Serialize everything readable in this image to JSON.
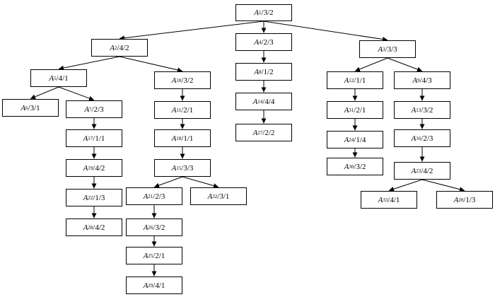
{
  "diagram": {
    "type": "tree",
    "line_color": "#000000",
    "nodes": [
      {
        "id": "n1",
        "letter": "A",
        "sub": "1",
        "rest": "/3/2"
      },
      {
        "id": "n2",
        "letter": "A",
        "sub": "2",
        "rest": "/4/2"
      },
      {
        "id": "n4",
        "letter": "A",
        "sub": "4",
        "rest": "/2/3"
      },
      {
        "id": "n3",
        "letter": "A",
        "sub": "3",
        "rest": "/3/3"
      },
      {
        "id": "n5",
        "letter": "A",
        "sub": "5",
        "rest": "/4/1"
      },
      {
        "id": "n10",
        "letter": "A",
        "sub": "10",
        "rest": "/3/2"
      },
      {
        "id": "n8",
        "letter": "A",
        "sub": "8",
        "rest": "/1/2"
      },
      {
        "id": "n14",
        "letter": "A",
        "sub": "14",
        "rest": "/4/4"
      },
      {
        "id": "n27",
        "letter": "A",
        "sub": "27",
        "rest": "/2/2"
      },
      {
        "id": "n12",
        "letter": "A",
        "sub": "12",
        "rest": "/1/1"
      },
      {
        "id": "n9",
        "letter": "A",
        "sub": "9",
        "rest": "/4/3"
      },
      {
        "id": "n6",
        "letter": "A",
        "sub": "6",
        "rest": "/3/1"
      },
      {
        "id": "n7",
        "letter": "A",
        "sub": "7",
        "rest": "/2/3"
      },
      {
        "id": "n17",
        "letter": "A",
        "sub": "17",
        "rest": "/1/1"
      },
      {
        "id": "n19",
        "letter": "A",
        "sub": "19",
        "rest": "/4/2"
      },
      {
        "id": "n22",
        "letter": "A",
        "sub": "22",
        "rest": "/1/3"
      },
      {
        "id": "n28",
        "letter": "A",
        "sub": "28",
        "rest": "/4/2"
      },
      {
        "id": "n11",
        "letter": "A",
        "sub": "11",
        "rest": "/2/1"
      },
      {
        "id": "n18",
        "letter": "A",
        "sub": "18",
        "rest": "/1/1"
      },
      {
        "id": "n15",
        "letter": "A",
        "sub": "15",
        "rest": "/3/3"
      },
      {
        "id": "n21",
        "letter": "A",
        "sub": "21",
        "rest": "/2/3"
      },
      {
        "id": "n32",
        "letter": "A",
        "sub": "32",
        "rest": "/3/1"
      },
      {
        "id": "n26",
        "letter": "A",
        "sub": "26",
        "rest": "/3/2"
      },
      {
        "id": "n25",
        "letter": "A",
        "sub": "25",
        "rest": "/2/1"
      },
      {
        "id": "n29",
        "letter": "A",
        "sub": "29",
        "rest": "/4/1"
      },
      {
        "id": "n31",
        "letter": "A",
        "sub": "31",
        "rest": "/2/1"
      },
      {
        "id": "n24",
        "letter": "A",
        "sub": "24",
        "rest": "/1/4"
      },
      {
        "id": "n30",
        "letter": "A",
        "sub": "30",
        "rest": "/3/2"
      },
      {
        "id": "n13",
        "letter": "A",
        "sub": "13",
        "rest": "/3/2"
      },
      {
        "id": "n16",
        "letter": "A",
        "sub": "16",
        "rest": "/2/3"
      },
      {
        "id": "n23",
        "letter": "A",
        "sub": "23",
        "rest": "/4/2"
      },
      {
        "id": "n33",
        "letter": "A",
        "sub": "33",
        "rest": "/4/1"
      },
      {
        "id": "n20",
        "letter": "A",
        "sub": "20",
        "rest": "/1/3"
      }
    ],
    "edges": [
      [
        "n1",
        "n2"
      ],
      [
        "n1",
        "n4"
      ],
      [
        "n1",
        "n3"
      ],
      [
        "n2",
        "n5"
      ],
      [
        "n2",
        "n10"
      ],
      [
        "n5",
        "n6"
      ],
      [
        "n5",
        "n7"
      ],
      [
        "n7",
        "n17"
      ],
      [
        "n17",
        "n19"
      ],
      [
        "n19",
        "n22"
      ],
      [
        "n22",
        "n28"
      ],
      [
        "n10",
        "n11"
      ],
      [
        "n11",
        "n18"
      ],
      [
        "n18",
        "n15"
      ],
      [
        "n15",
        "n21"
      ],
      [
        "n15",
        "n32"
      ],
      [
        "n21",
        "n26"
      ],
      [
        "n26",
        "n25"
      ],
      [
        "n25",
        "n29"
      ],
      [
        "n4",
        "n8"
      ],
      [
        "n8",
        "n14"
      ],
      [
        "n14",
        "n27"
      ],
      [
        "n3",
        "n12"
      ],
      [
        "n3",
        "n9"
      ],
      [
        "n12",
        "n31"
      ],
      [
        "n31",
        "n24"
      ],
      [
        "n24",
        "n30"
      ],
      [
        "n9",
        "n13"
      ],
      [
        "n13",
        "n16"
      ],
      [
        "n16",
        "n23"
      ],
      [
        "n23",
        "n33"
      ],
      [
        "n23",
        "n20"
      ]
    ]
  }
}
